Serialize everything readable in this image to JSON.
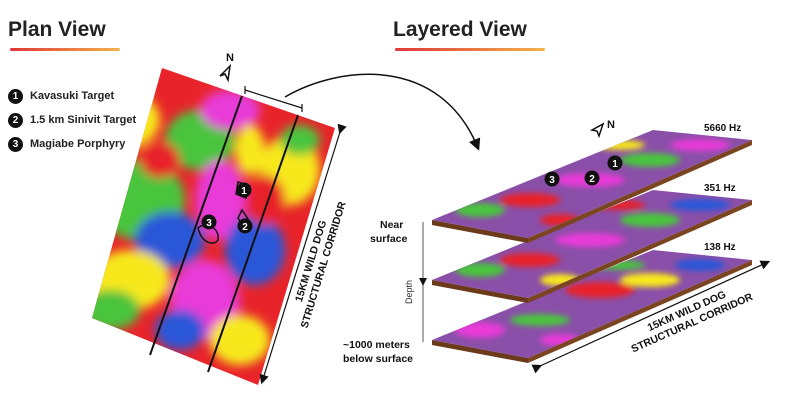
{
  "plan_view": {
    "title": "Plan View",
    "north_label": "N",
    "corridor_label_line1": "15KM WILD DOG",
    "corridor_label_line2": "STRUCTURAL CORRIDOR",
    "markers": [
      "1",
      "2",
      "3"
    ]
  },
  "legend": [
    {
      "number": "1",
      "label": "Kavasuki Target"
    },
    {
      "number": "2",
      "label": "1.5 km Sinivit Target"
    },
    {
      "number": "3",
      "label": "Magiabe Porphyry"
    }
  ],
  "layered_view": {
    "title": "Layered View",
    "north_label": "N",
    "layers": [
      {
        "frequency": "5660 Hz"
      },
      {
        "frequency": "351 Hz"
      },
      {
        "frequency": "138 Hz"
      }
    ],
    "markers": [
      "3",
      "2",
      "1"
    ],
    "near_surface_line1": "Near",
    "near_surface_line2": "surface",
    "depth_label": "Depth",
    "bottom_label_line1": "~1000 meters",
    "bottom_label_line2": "below surface",
    "corridor_label_line1": "15KM WILD DOG",
    "corridor_label_line2": "STRUCTURAL CORRIDOR"
  },
  "colors": {
    "accent_start": "#e0373a",
    "accent_end": "#f2b24a",
    "map_red": "#e8242a",
    "map_yellow": "#f7e81e",
    "map_green": "#49c43c",
    "map_blue": "#2a57d8",
    "map_magenta": "#e83ad8",
    "layer_purple": "#8a4fa8",
    "layer_edge": "#6b3a1a"
  }
}
